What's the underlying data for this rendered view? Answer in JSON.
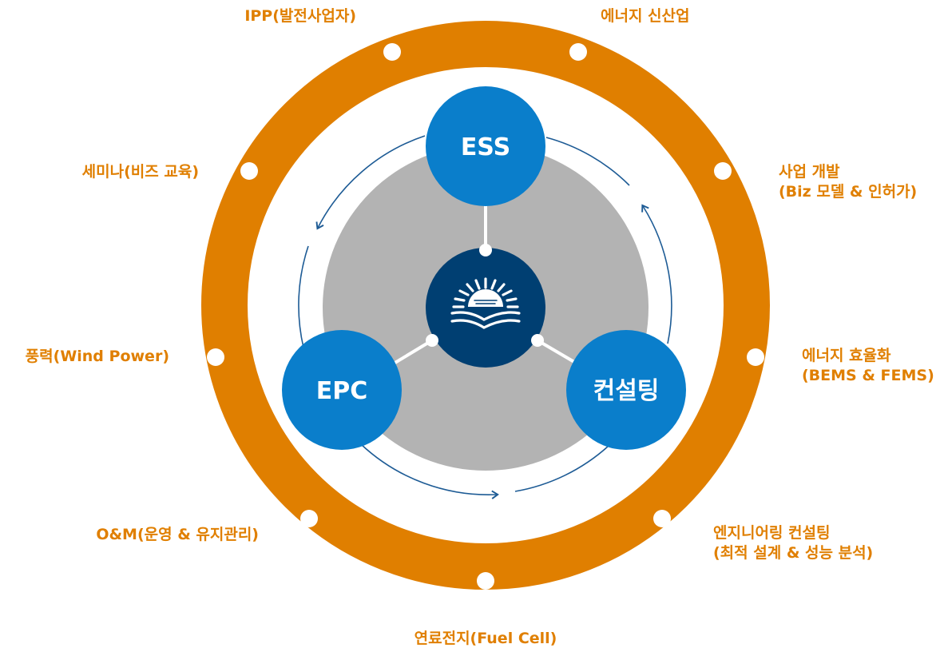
{
  "colors": {
    "outer_ring": "#e07f00",
    "inner_disc": "#b3b3b3",
    "node_blue": "#0a7ecb",
    "center_navy": "#003f72",
    "arrow": "#1d5b95",
    "white": "#ffffff"
  },
  "nodes": {
    "ess": "ESS",
    "epc": "EPC",
    "consulting": "컨설팅"
  },
  "center": {
    "icon": "sunrise-book-logo-icon"
  },
  "labels": {
    "top_left": "IPP(발전사업자)",
    "top_right": "에너지 신산업",
    "upper_left": "세미나(비즈 교육)",
    "upper_right_1": "사업 개발",
    "upper_right_2": "(Biz 모델 & 인허가)",
    "left": "풍력(Wind Power)",
    "right_1": "에너지 효율화",
    "right_2": "(BEMS & FEMS)",
    "lower_left": "O&M(운영 & 유지관리)",
    "lower_right_1": "엔지니어링 컨설팅",
    "lower_right_2": "(최적 설계 & 성능 분석)",
    "bottom": "연료전지(Fuel Cell)"
  }
}
